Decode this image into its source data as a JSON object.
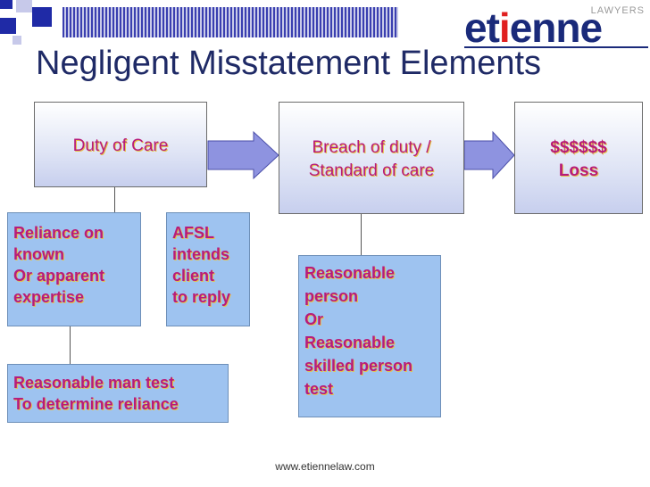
{
  "logo": {
    "prefix": "et",
    "highlight": "i",
    "suffix": "enne",
    "tagline": "LAWYERS"
  },
  "title": "Negligent Misstatement Elements",
  "boxes": {
    "duty": "Duty of Care",
    "breach": "Breach of duty /\nStandard of care",
    "loss": "$$$$$$\nLoss"
  },
  "notes": {
    "reliance": "Reliance on\nknown\nOr apparent\nexpertise",
    "afsl": "AFSL\nintends\nclient\nto reply",
    "reasonable_man": "Reasonable man test\nTo determine reliance",
    "reasonable_person": "Reasonable\nperson\nOr\nReasonable\nskilled person\ntest"
  },
  "footer": "www.etiennelaw.com",
  "colors": {
    "title": "#1f2a66",
    "box_text": "#b71c7a",
    "note_fill": "#9ec3f0",
    "arrow_fill": "#8e93e0"
  }
}
